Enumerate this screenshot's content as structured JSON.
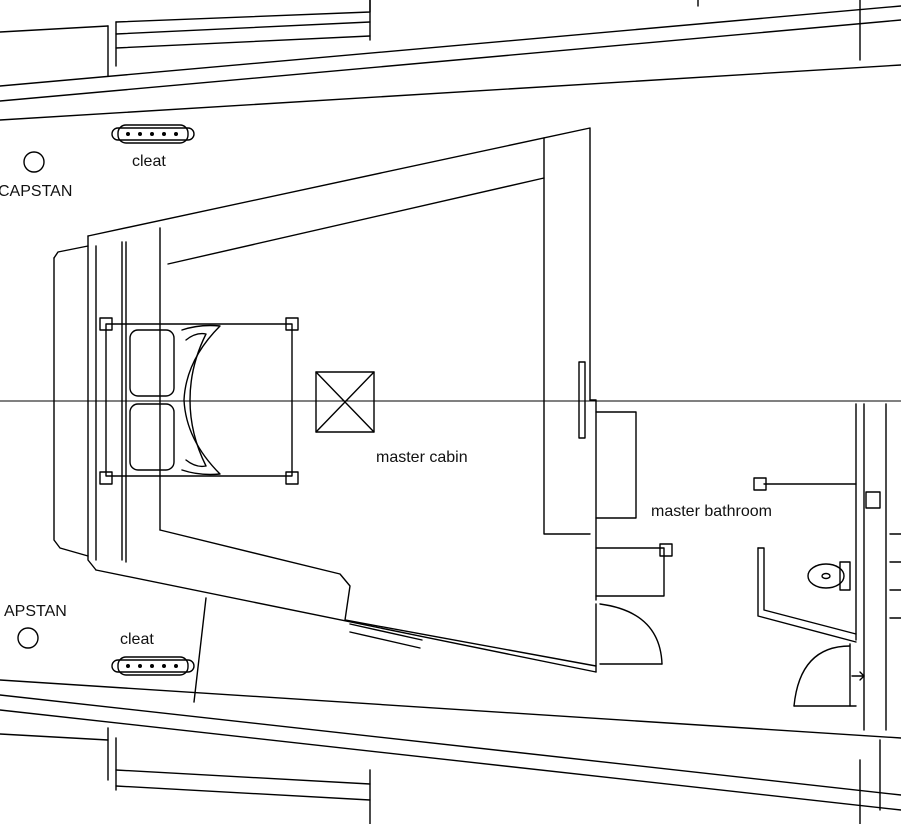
{
  "labels": {
    "capstan_top": "CAPSTAN",
    "cleat_top": "cleat",
    "capstan_bottom": "APSTAN",
    "cleat_bottom": "cleat",
    "master_cabin": "master cabin",
    "master_bathroom": "master bathroom"
  }
}
